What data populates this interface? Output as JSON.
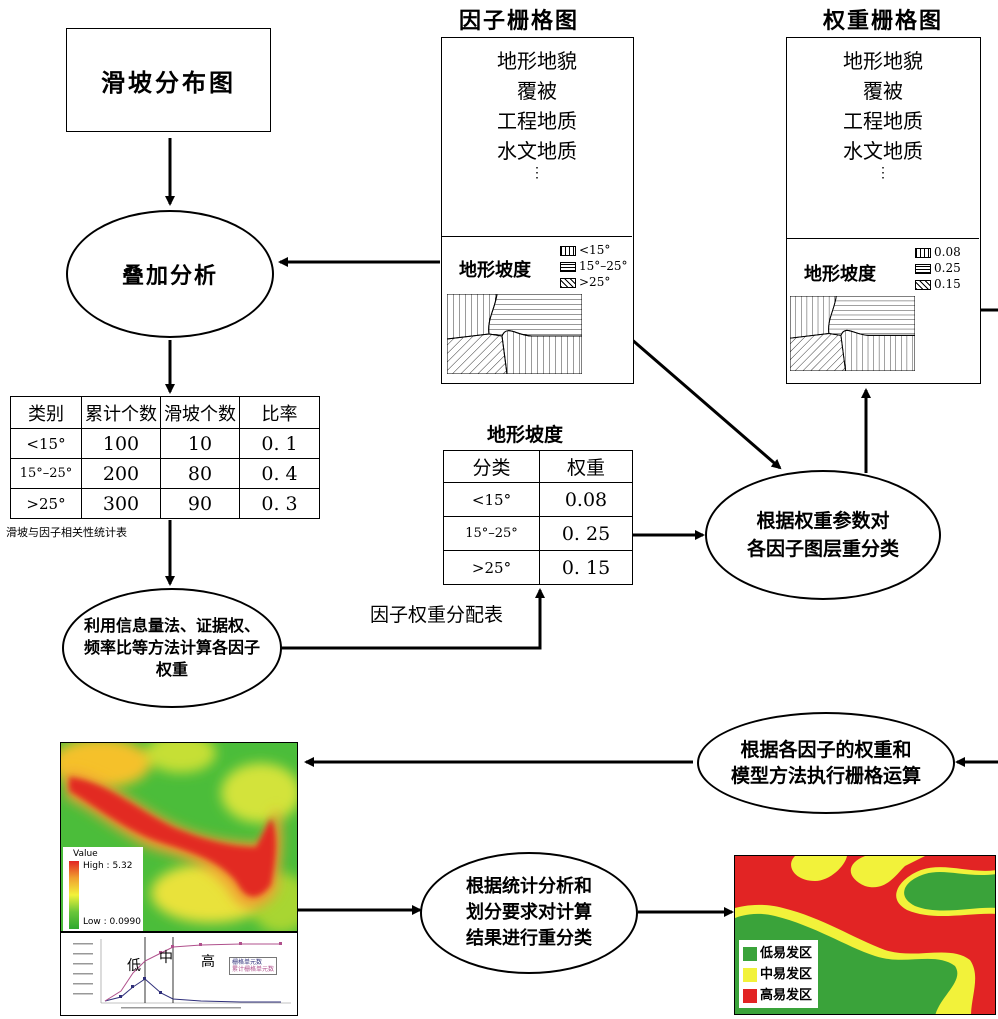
{
  "landslide_map": {
    "label": "滑坡分布图"
  },
  "overlay": {
    "label": "叠加分析"
  },
  "factor_grid": {
    "title": "因子栅格图",
    "items": [
      "地形地貌",
      "覆被",
      "工程地质",
      "水文地质"
    ],
    "ellipsis": "⋮",
    "slope_label": "地形坡度",
    "legend": [
      "<15°",
      "15°–25°",
      ">25°"
    ]
  },
  "weight_grid": {
    "title": "权重栅格图",
    "items": [
      "地形地貌",
      "覆被",
      "工程地质",
      "水文地质"
    ],
    "ellipsis": "⋮",
    "slope_label": "地形坡度",
    "legend": [
      "0.08",
      "0.25",
      "0.15"
    ]
  },
  "stats_table": {
    "headers": [
      "类别",
      "累计个数",
      "滑坡个数",
      "比率"
    ],
    "rows": [
      [
        "<15°",
        "100",
        "10",
        "0. 1"
      ],
      [
        "15°–25°",
        "200",
        "80",
        "0. 4"
      ],
      [
        ">25°",
        "300",
        "90",
        "0. 3"
      ]
    ],
    "caption": "滑坡与因子相关性统计表"
  },
  "info_method": {
    "lines": [
      "利用信息量法、证据权、",
      "频率比等方法计算各因子",
      "权重"
    ]
  },
  "weight_table": {
    "title": "地形坡度",
    "headers": [
      "分类",
      "权重"
    ],
    "rows": [
      [
        "<15°",
        "0.08"
      ],
      [
        "15°–25°",
        "0. 25"
      ],
      [
        ">25°",
        "0. 15"
      ]
    ],
    "caption": "因子权重分配表"
  },
  "reclass_weight": {
    "lines": [
      "根据权重参数对",
      "各因子图层重分类"
    ]
  },
  "raster_calc": {
    "lines": [
      "根据各因子的权重和",
      "模型方法执行栅格运算"
    ]
  },
  "reclass_result": {
    "lines": [
      "根据统计分析和",
      "划分要求对计算",
      "结果进行重分类"
    ]
  },
  "heatmap": {
    "legend_title": "Value",
    "high": "High : 5.32",
    "low": "Low : 0.0990"
  },
  "curve_chart": {
    "zone_labels": [
      "低",
      "中",
      "高"
    ],
    "series": [
      {
        "name": "栅格单元数",
        "color": "#2f2f7a"
      },
      {
        "name": "累计栅格单元数",
        "color": "#b0508c"
      }
    ]
  },
  "zone_map": {
    "legend": [
      {
        "label": "低易发区",
        "color": "#3aa33a"
      },
      {
        "label": "中易发区",
        "color": "#f2f23a"
      },
      {
        "label": "高易发区",
        "color": "#e22424"
      }
    ]
  }
}
